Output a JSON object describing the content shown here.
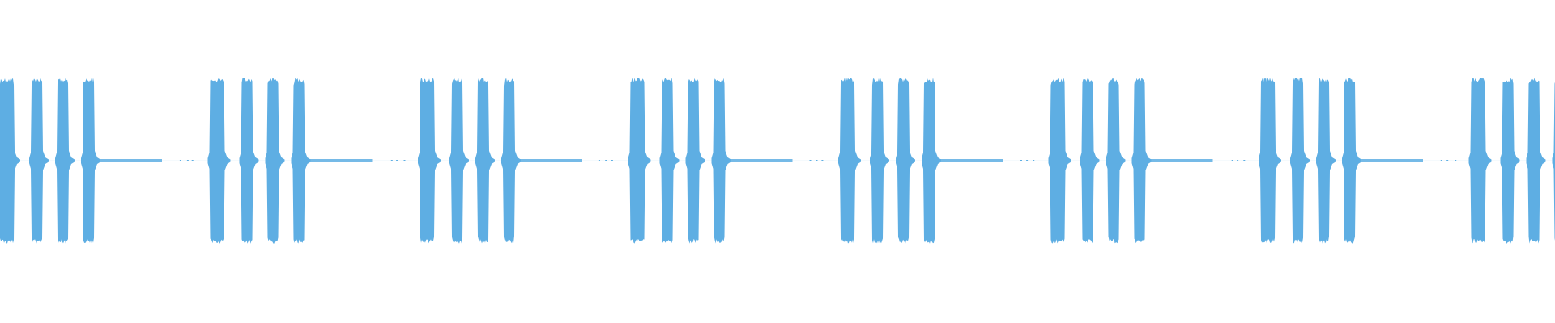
{
  "waveform": {
    "color": "#5eaee3",
    "background": "#ffffff",
    "cycles": 8,
    "bursts_per_cycle": 4,
    "burst_peak_amplitude": 1.0,
    "tail_amplitude": 0.02,
    "noise_dot_amplitude": 0.01
  }
}
